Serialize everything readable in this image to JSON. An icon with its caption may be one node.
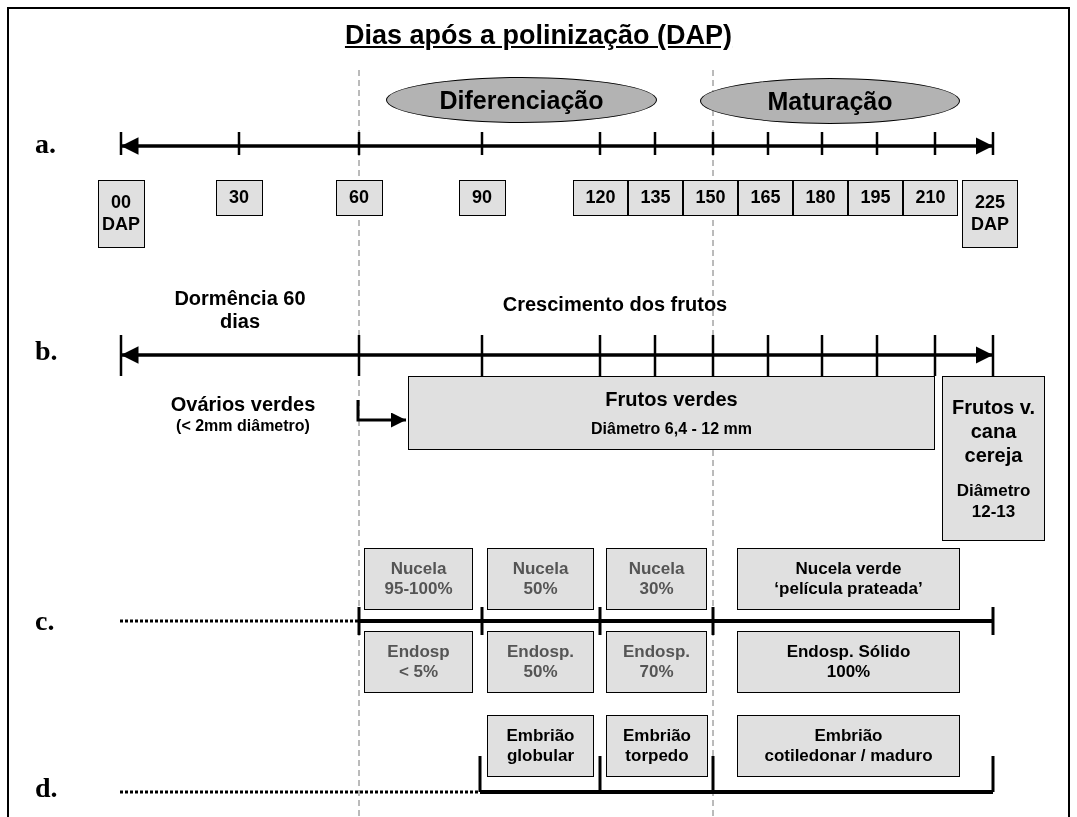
{
  "diagram": {
    "title": "Dias após a polinização (DAP)",
    "nodes": [
      {
        "text": [
          "Diferenciação"
        ]
      },
      {
        "text": [
          "Maturação"
        ]
      },
      {
        "text": [
          "00",
          "DAP"
        ]
      },
      {
        "text": [
          "30"
        ]
      },
      {
        "text": [
          "60"
        ]
      },
      {
        "text": [
          "90"
        ]
      },
      {
        "text": [
          "120"
        ]
      },
      {
        "text": [
          "135"
        ]
      },
      {
        "text": [
          "150"
        ]
      },
      {
        "text": [
          "165"
        ]
      },
      {
        "text": [
          "180"
        ]
      },
      {
        "text": [
          "195"
        ]
      },
      {
        "text": [
          "210"
        ]
      },
      {
        "text": [
          "225",
          "DAP"
        ]
      },
      {
        "text": [
          "Ovários verdes",
          "(< 2mm diâmetro)"
        ]
      },
      {
        "text": [
          "Frutos verdes",
          "Diâmetro 6,4 - 12 mm"
        ]
      },
      {
        "text": [
          "Frutos v. cana cereja",
          "Diâmetro 12-13"
        ]
      },
      {
        "text": [
          "Nucela",
          "95-100%"
        ]
      },
      {
        "text": [
          "Nucela",
          "50%"
        ]
      },
      {
        "text": [
          "Nucela",
          "30%"
        ]
      },
      {
        "text": [
          "Nucela verde",
          "‘película prateada’"
        ]
      },
      {
        "text": [
          "Endosp",
          "< 5%"
        ]
      },
      {
        "text": [
          "Endosp.",
          "50%"
        ]
      },
      {
        "text": [
          "Endosp.",
          "70%"
        ]
      },
      {
        "text": [
          "Endosp. Sólido",
          "100%"
        ]
      },
      {
        "text": [
          "Embrião",
          "globular"
        ]
      },
      {
        "text": [
          "Embrião",
          "torpedo"
        ]
      },
      {
        "text": [
          "Embrião",
          "cotiledonar / maduro"
        ]
      }
    ],
    "edges": [
      {
        "from": 14,
        "to": 15,
        "arrow": "to"
      }
    ],
    "labels": [
      "a.",
      "Dormência 60 dias",
      "Crescimento dos frutos",
      "b.",
      "c.",
      "d."
    ]
  }
}
